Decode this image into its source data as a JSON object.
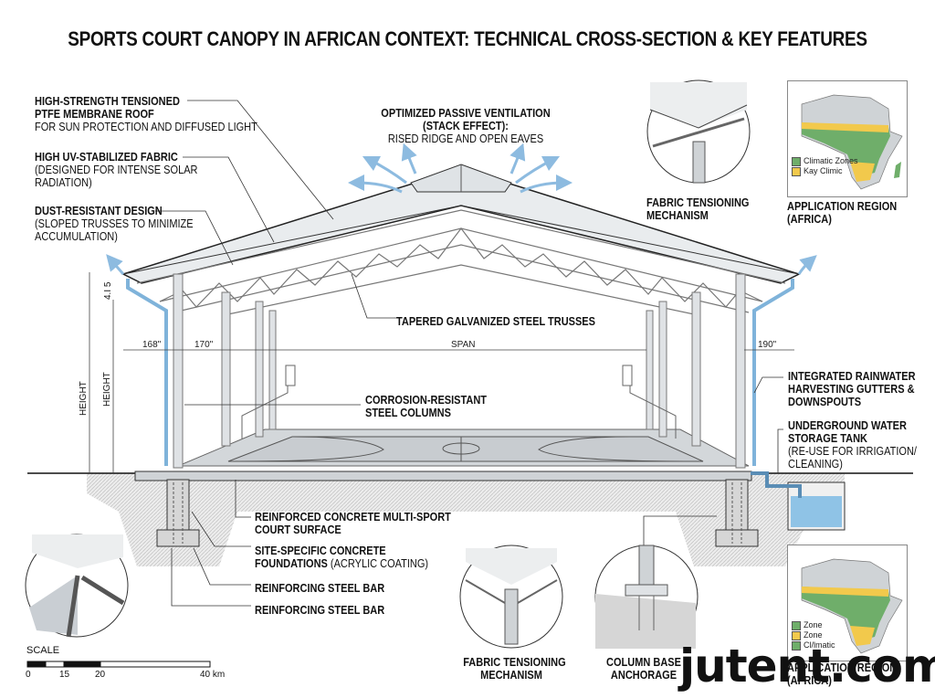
{
  "title": "SPORTS COURT CANOPY IN AFRICAN CONTEXT: TECHNICAL CROSS-SECTION & KEY FEATURES",
  "callouts": {
    "roof": {
      "bold": [
        "HIGH-STRENGTH TENSIONED",
        "PTFE MEMBRANE ROOF"
      ],
      "normal": [
        "FOR SUN PROTECTION AND DIFFUSED LIGHT"
      ]
    },
    "fabric": {
      "bold": [
        "HIGH UV-STABILIZED FABRIC"
      ],
      "normal": [
        "(DESIGNED FOR INTENSE SOLAR",
        "RADIATION)"
      ]
    },
    "dust": {
      "bold": [
        "DUST-RESISTANT DESIGN"
      ],
      "normal": [
        "(SLOPED TRUSSES TO MINIMIZE",
        "ACCUMULATION)"
      ]
    },
    "ventilation": {
      "bold": [
        "OPTIMIZED PASSIVE VENTILATION",
        "(STACK EFFECT):"
      ],
      "normal": [
        "RISED RIDGE AND OPEN EAVES"
      ]
    },
    "trusses": {
      "bold": [
        "TAPERED GALVANIZED STEEL TRUSSES"
      ]
    },
    "columns": {
      "bold": [
        "CORROSION-RESISTANT",
        "STEEL COLUMNS"
      ]
    },
    "rainwater": {
      "bold": [
        "INTEGRATED RAINWATER",
        "HARVESTING GUTTERS &",
        "DOWNSPOUTS"
      ]
    },
    "tank": {
      "bold": [
        "UNDERGROUND WATER",
        "STORAGE TANK"
      ],
      "normal": [
        "(RE-USE FOR IRRIGATION/",
        "CLEANING)"
      ]
    },
    "court": {
      "bold": [
        "REINFORCED CONCRETE MULTI-SPORT",
        "COURT SURFACE"
      ]
    },
    "foundations": {
      "bold": [
        "SITE-SPECIFIC CONCRETE",
        "FOUNDATIONS"
      ],
      "normal_inline": "(ACRYLIC COATING)"
    },
    "rebar1": {
      "bold": [
        "REINFORCING STEEL BAR"
      ]
    },
    "rebar2": {
      "bold": [
        "REINFORCING STEEL BAR"
      ]
    }
  },
  "details": {
    "tension_top": {
      "label": [
        "FABRIC TENSIONING",
        "MECHANISM"
      ]
    },
    "tension_bottom": {
      "label": [
        "FABRIC TENSIONING",
        "MECHANISM"
      ]
    },
    "column_base": {
      "label": [
        "COLUMN BASE",
        "ANCHORAGE"
      ]
    }
  },
  "maps": {
    "top": {
      "caption": [
        "APPLICATION REGION",
        "(AFRICA)"
      ],
      "legend": [
        {
          "label": "Climatic Zones",
          "color": "#6fae6a"
        },
        {
          "label": "Kay Climic",
          "color": "#f2c94c"
        }
      ]
    },
    "bottom": {
      "caption": [
        "APPLICATION REGION",
        "(AFRICA)"
      ],
      "legend": [
        {
          "label": "Zone",
          "color": "#6fae6a"
        },
        {
          "label": "Zone",
          "color": "#f2c94c"
        },
        {
          "label": "Cl/lmatic",
          "color": "#6fae6a"
        }
      ]
    }
  },
  "dimensions": {
    "left_outer": "168\"",
    "left_inner": "170\"",
    "span": "SPAN",
    "right": "190\"",
    "height_outer": "HEIGHT",
    "height_inner": "HEIGHT",
    "eave": "4.I 5"
  },
  "scale": {
    "title": "SCALE",
    "ticks": [
      "0",
      "15",
      "20",
      "40 km"
    ]
  },
  "watermark": "jutent.com",
  "colors": {
    "steel": "#c9ced3",
    "steel_dark": "#8a9299",
    "water": "#8fc3e6",
    "arrow": "#8dbbe0",
    "ground": "#d9d9d9",
    "green": "#6fae6a",
    "yellow": "#f2c94c"
  }
}
